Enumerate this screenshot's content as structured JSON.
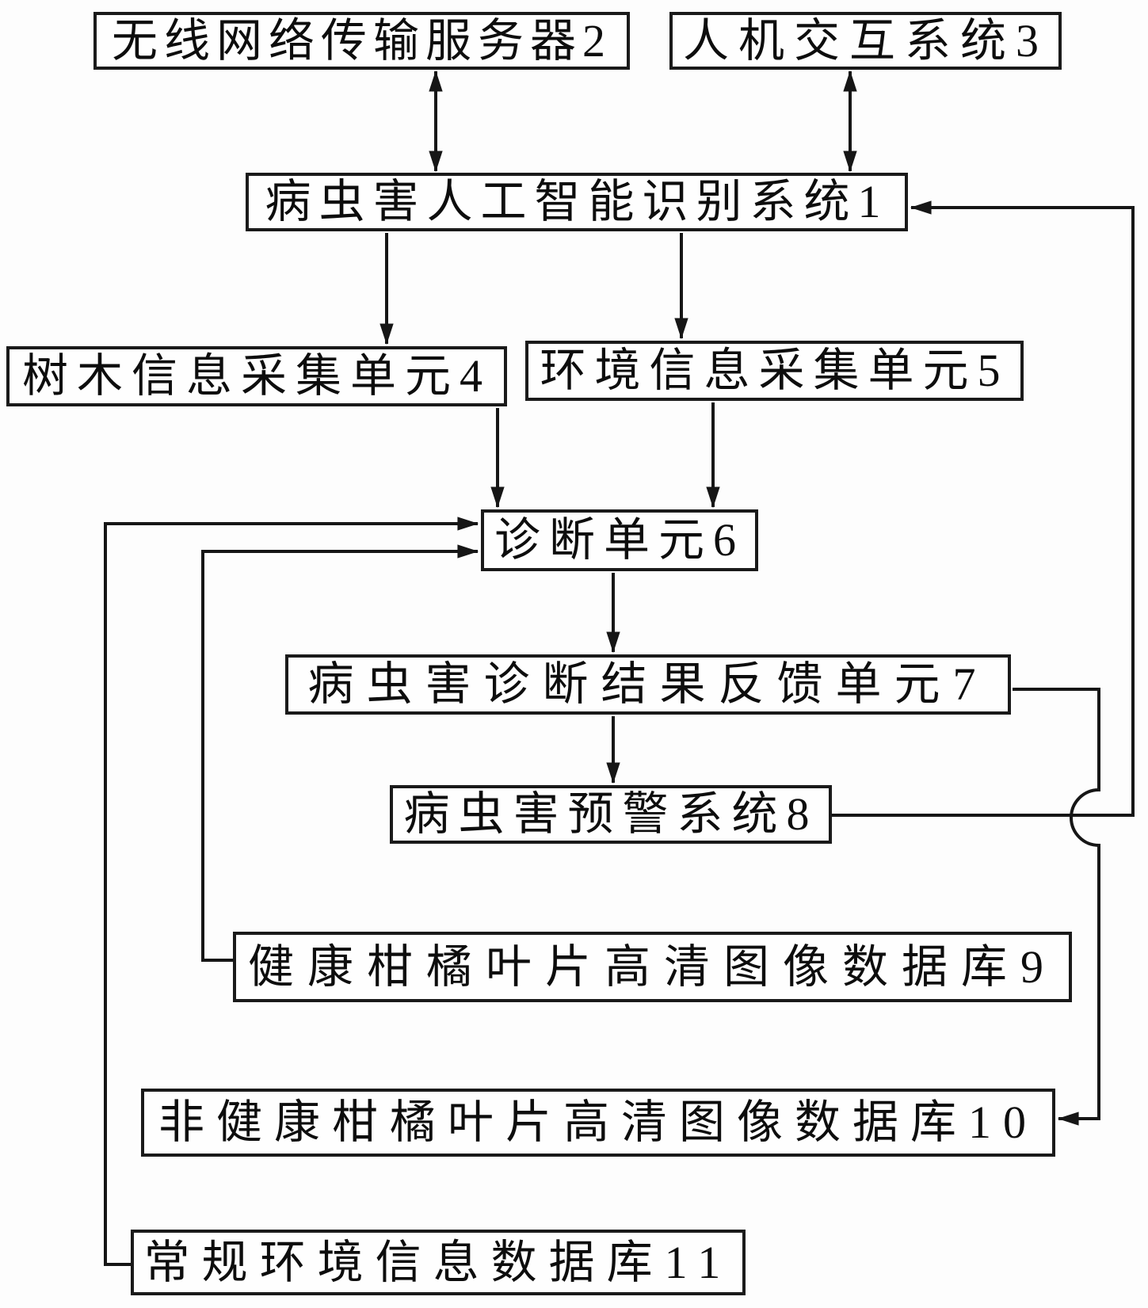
{
  "boxes": [
    {
      "id": 1,
      "label": "病虫害人工智能识别系统1"
    },
    {
      "id": 2,
      "label": "无线网络传输服务器2"
    },
    {
      "id": 3,
      "label": "人机交互系统3"
    },
    {
      "id": 4,
      "label": "树木信息采集单元4"
    },
    {
      "id": 5,
      "label": "环境信息采集单元5"
    },
    {
      "id": 6,
      "label": "诊断单元6"
    },
    {
      "id": 7,
      "label": "病虫害诊断结果反馈单元7"
    },
    {
      "id": 8,
      "label": "病虫害预警系统8"
    },
    {
      "id": 9,
      "label": "健康柑橘叶片高清图像数据库9"
    },
    {
      "id": 10,
      "label": "非健康柑橘叶片高清图像数据库10"
    },
    {
      "id": 11,
      "label": "常规环境信息数据库11"
    }
  ],
  "edges": [
    {
      "from": "无线网络传输服务器2",
      "to": "病虫害人工智能识别系统1",
      "style": "double-arrow"
    },
    {
      "from": "人机交互系统3",
      "to": "病虫害人工智能识别系统1",
      "style": "double-arrow"
    },
    {
      "from": "病虫害人工智能识别系统1",
      "to": "树木信息采集单元4",
      "style": "arrow"
    },
    {
      "from": "病虫害人工智能识别系统1",
      "to": "环境信息采集单元5",
      "style": "arrow"
    },
    {
      "from": "树木信息采集单元4",
      "to": "诊断单元6",
      "style": "arrow"
    },
    {
      "from": "环境信息采集单元5",
      "to": "诊断单元6",
      "style": "arrow"
    },
    {
      "from": "诊断单元6",
      "to": "病虫害诊断结果反馈单元7",
      "style": "arrow"
    },
    {
      "from": "病虫害诊断结果反馈单元7",
      "to": "病虫害预警系统8",
      "style": "arrow"
    },
    {
      "from": "病虫害预警系统8",
      "to": "病虫害人工智能识别系统1",
      "style": "arrow"
    },
    {
      "from": "病虫害诊断结果反馈单元7",
      "to": "非健康柑橘叶片高清图像数据库10",
      "style": "arrow-with-line-hop"
    },
    {
      "from": "健康柑橘叶片高清图像数据库9",
      "to": "诊断单元6",
      "style": "arrow"
    },
    {
      "from": "常规环境信息数据库11",
      "to": "诊断单元6",
      "style": "arrow"
    }
  ],
  "colors": {
    "line": "#161616",
    "box_border": "#1a1a1a",
    "box_fill": "#fefefe",
    "text": "#0d0d0d",
    "background": "#fdfdfd"
  }
}
